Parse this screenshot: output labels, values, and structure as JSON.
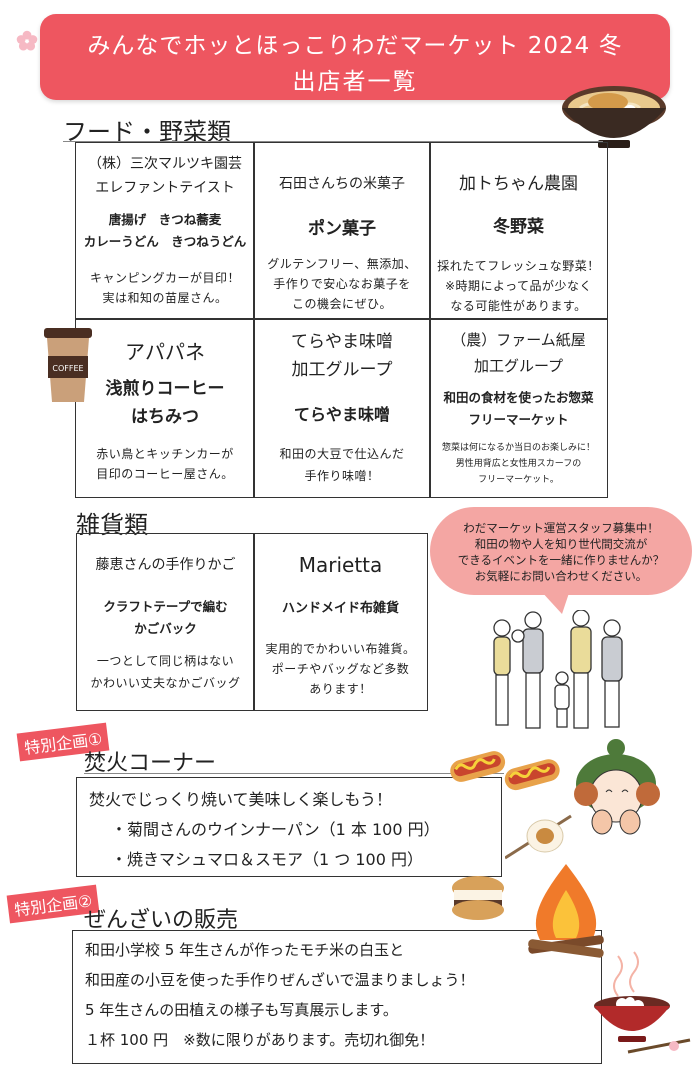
{
  "header": {
    "title_line1": "みんなでホッとほっこりわだマーケット 2024 冬",
    "title_line2": "出店者一覧"
  },
  "food_section": {
    "heading": "フード・野菜類",
    "vendors": [
      {
        "name_line1": "（株）三次マルツキ園芸",
        "name_line2": "エレファントテイスト",
        "items_line1": "唐揚げ　きつね蕎麦",
        "items_line2": "カレーうどん　きつねうどん",
        "desc_line1": "キャンピングカーが目印！",
        "desc_line2": "実は和知の苗屋さん。"
      },
      {
        "name": "石田さんちの米菓子",
        "product": "ポン菓子",
        "desc_line1": "グルテンフリー、無添加、",
        "desc_line2": "手作りで安心なお菓子を",
        "desc_line3": "この機会にぜひ。"
      },
      {
        "name": "加トちゃん農園",
        "product": "冬野菜",
        "desc_line1": "採れたてフレッシュな野菜！",
        "desc_line2": "※時期によって品が少なく",
        "desc_line3": "なる可能性があります。"
      },
      {
        "name": "アパパネ",
        "product_line1": "浅煎りコーヒー",
        "product_line2": "はちみつ",
        "desc_line1": "赤い鳥とキッチンカーが",
        "desc_line2": "目印のコーヒー屋さん。"
      },
      {
        "name_line1": "てらやま味噌",
        "name_line2": "加工グループ",
        "product": "てらやま味噌",
        "desc_line1": "和田の大豆で仕込んだ",
        "desc_line2": "手作り味噌！"
      },
      {
        "name_line1": "（農）ファーム紙屋",
        "name_line2": "加工グループ",
        "product_line1": "和田の食材を使ったお惣菜",
        "product_line2": "フリーマーケット",
        "desc_line1": "惣菜は何になるか当日のお楽しみに！",
        "desc_line2": "男性用背広と女性用スカーフの",
        "desc_line3": "フリーマーケット。"
      }
    ]
  },
  "goods_section": {
    "heading": "雑貨類",
    "vendors": [
      {
        "name": "藤恵さんの手作りかご",
        "product_line1": "クラフトテープで編む",
        "product_line2": "かごバック",
        "desc_line1": "一つとして同じ柄はない",
        "desc_line2": "かわいい丈夫なかごバッグ"
      },
      {
        "name": "Marietta",
        "product": "ハンドメイド布雑貨",
        "desc_line1": "実用的でかわいい布雑貨。",
        "desc_line2": "ポーチやバッグなど多数",
        "desc_line3": "あります！"
      }
    ]
  },
  "bubble": {
    "line1": "わだマーケット運営スタッフ募集中！",
    "line2": "和田の物や人を知り世代間交流が",
    "line3": "できるイベントを一緒に作りませんか？",
    "line4": "お気軽にお問い合わせください。"
  },
  "special1": {
    "tag": "特別企画①",
    "heading": "焚火コーナー",
    "line1": "焚火でじっくり焼いて美味しく楽しもう！",
    "line2": "・菊間さんのウインナーパン（1 本 100 円）",
    "line3": "・焼きマシュマロ＆スモア（1 つ 100 円）"
  },
  "special2": {
    "tag": "特別企画②",
    "heading": "ぜんざいの販売",
    "line1": "和田小学校 5 年生さんが作ったモチ米の白玉と",
    "line2": "和田産の小豆を使った手作りぜんざいで温まりましょう！",
    "line3": "5 年生さんの田植えの様子も写真展示します。",
    "line4": "１杯 100 円　※数に限りがあります。売切れ御免！"
  },
  "illustrations": [
    "udon-bowl-icon",
    "coffee-cup-icon",
    "family-group-icon",
    "hot-dog-icon",
    "child-knit-hat-icon",
    "marshmallow-icon",
    "smore-icon",
    "campfire-icon",
    "zenzai-bowl-icon",
    "cherry-blossom-icon"
  ],
  "colors": {
    "accent": "#ee5660",
    "bubble": "#f4a6a3"
  }
}
